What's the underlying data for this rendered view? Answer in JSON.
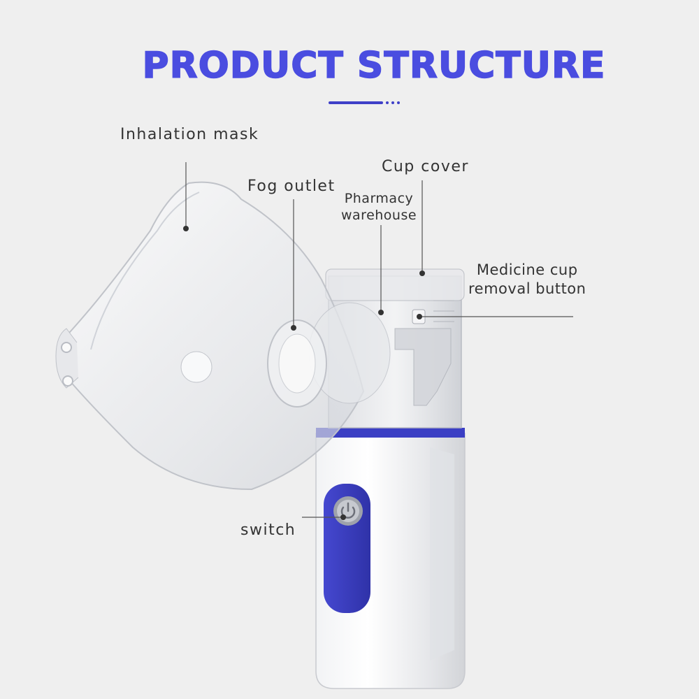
{
  "title": "PRODUCT STRUCTURE",
  "labels": {
    "inhalation_mask": "Inhalation mask",
    "fog_outlet": "Fog outlet",
    "pharmacy_warehouse_line1": "Pharmacy",
    "pharmacy_warehouse_line2": "warehouse",
    "cup_cover": "Cup cover",
    "medicine_cup_line1": "Medicine cup",
    "medicine_cup_line2": "removal button",
    "switch": "switch"
  },
  "colors": {
    "accent": "#4a4de0",
    "device_blue": "#3b3fc4",
    "background": "#efefef"
  }
}
